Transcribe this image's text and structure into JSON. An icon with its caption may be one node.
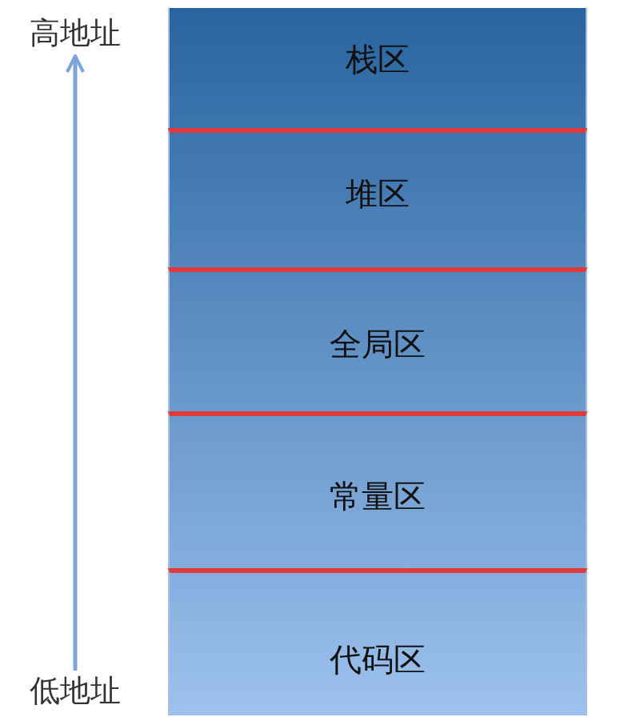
{
  "diagram": {
    "nodes": [
      {
        "text": [
          "高地址"
        ]
      },
      {
        "text": [
          "栈区"
        ]
      },
      {
        "text": [
          "堆区"
        ]
      },
      {
        "text": [
          "全局区"
        ]
      },
      {
        "text": [
          "常量区"
        ]
      },
      {
        "text": [
          "代码区"
        ]
      },
      {
        "text": [
          "低地址"
        ]
      }
    ],
    "edges": [
      {
        "from": 6,
        "to": 0,
        "arrow": "to"
      }
    ]
  }
}
